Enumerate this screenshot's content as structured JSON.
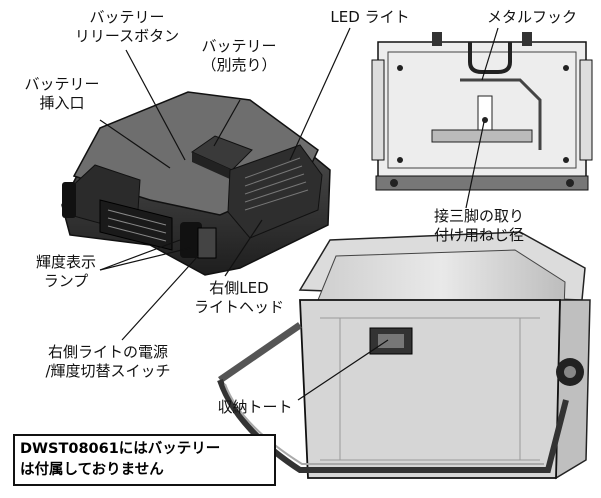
{
  "labels": {
    "release_button": [
      "バッテリー",
      "リリースボタン"
    ],
    "battery_sold_separately": [
      "バッテリー",
      "（別売り）"
    ],
    "battery_slot": [
      "バッテリー",
      "挿入口"
    ],
    "led_light": "LED ライト",
    "metal_hook": "メタルフック",
    "tripod_mount": [
      "接三脚の取り",
      "付け用ねじ径"
    ],
    "brightness_lamp": [
      "輝度表示",
      "ランプ"
    ],
    "right_led_head": [
      "右側LED",
      "ライトヘッド"
    ],
    "power_switch": [
      "右側ライトの電源",
      "/輝度切替スイッチ"
    ],
    "tote": "収納トート"
  },
  "note": [
    "DWST08061にはバッテリー",
    "は付属しておりません"
  ]
}
